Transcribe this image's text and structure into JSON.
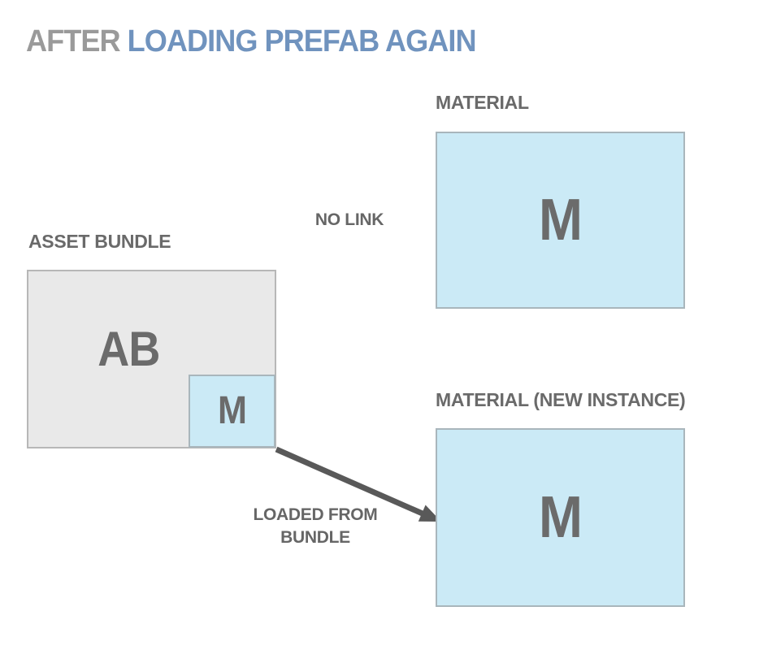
{
  "title": {
    "prefix": "AFTER",
    "main": "LOADING PREFAB AGAIN"
  },
  "diagram": {
    "material_top": {
      "label": "MATERIAL",
      "letter": "M"
    },
    "asset_bundle": {
      "label": "ASSET BUNDLE",
      "letter": "AB",
      "nested_material": {
        "letter": "M"
      }
    },
    "material_new_instance": {
      "label": "MATERIAL (NEW INSTANCE)",
      "letter": "M"
    },
    "annotations": {
      "no_link": "NO LINK",
      "loaded_from_bundle": "LOADED FROM BUNDLE"
    }
  },
  "colors": {
    "title_prefix": "#9a9a9a",
    "title_main": "#7093be",
    "label_text": "#6a6a6a",
    "box_letter": "#6b6b6b",
    "annotation_text": "#666666",
    "bundle_fill": "#e9e9e9",
    "bundle_border": "#b7b7b7",
    "material_fill": "#cbeaf6",
    "material_border": "#a9b6bc",
    "arrow": "#595959",
    "background": "#ffffff"
  }
}
